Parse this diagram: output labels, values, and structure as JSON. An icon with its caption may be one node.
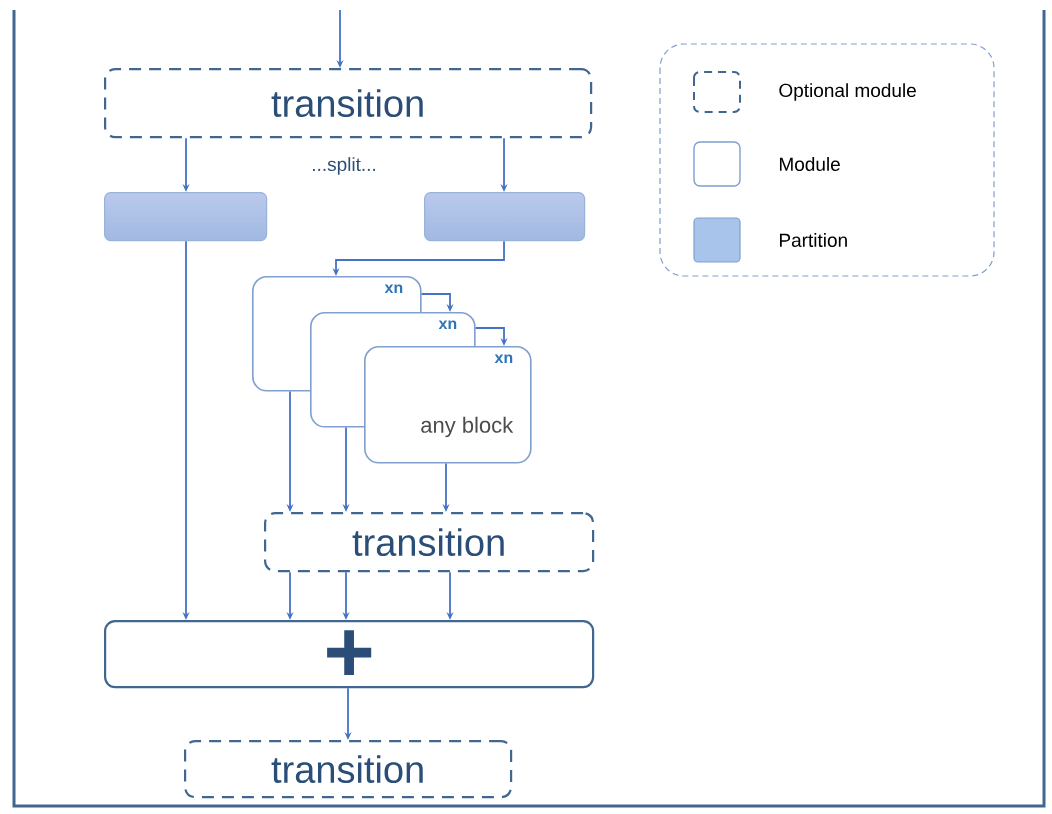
{
  "diagram": {
    "nodes": [
      {
        "text": [
          "transition"
        ]
      },
      {
        "text": [],
        "shape": "box"
      },
      {
        "text": [],
        "shape": "box"
      },
      {
        "text": [
          "xn"
        ]
      },
      {
        "text": [
          "xn"
        ]
      },
      {
        "text": [
          "xn",
          "any block"
        ]
      },
      {
        "text": [
          "transition"
        ]
      },
      {
        "text": [
          "+"
        ]
      },
      {
        "text": [
          "transition"
        ]
      }
    ],
    "edges": [
      {
        "from": null,
        "to": 0,
        "arrow": "to"
      },
      {
        "from": 0,
        "to": 1,
        "arrow": "to"
      },
      {
        "from": 0,
        "to": 2,
        "arrow": "to"
      },
      {
        "from": 2,
        "to": 3,
        "arrow": "to"
      },
      {
        "from": 3,
        "to": 4,
        "arrow": "to"
      },
      {
        "from": 4,
        "to": 5,
        "arrow": "to"
      },
      {
        "from": 1,
        "to": 7,
        "arrow": "to"
      },
      {
        "from": 3,
        "to": 6,
        "arrow": "to"
      },
      {
        "from": 4,
        "to": 6,
        "arrow": "to"
      },
      {
        "from": 5,
        "to": 6,
        "arrow": "to"
      },
      {
        "from": 6,
        "to": 7,
        "arrow": "to"
      },
      {
        "from": 6,
        "to": 7,
        "arrow": "to"
      },
      {
        "from": 6,
        "to": 7,
        "arrow": "to"
      },
      {
        "from": 7,
        "to": 8,
        "arrow": "to"
      }
    ],
    "labels": [
      "...split..."
    ],
    "legend": [
      {
        "text": "Optional module"
      },
      {
        "text": "Module"
      },
      {
        "text": "Partition",
        "color": "#a9c4ea"
      }
    ]
  }
}
